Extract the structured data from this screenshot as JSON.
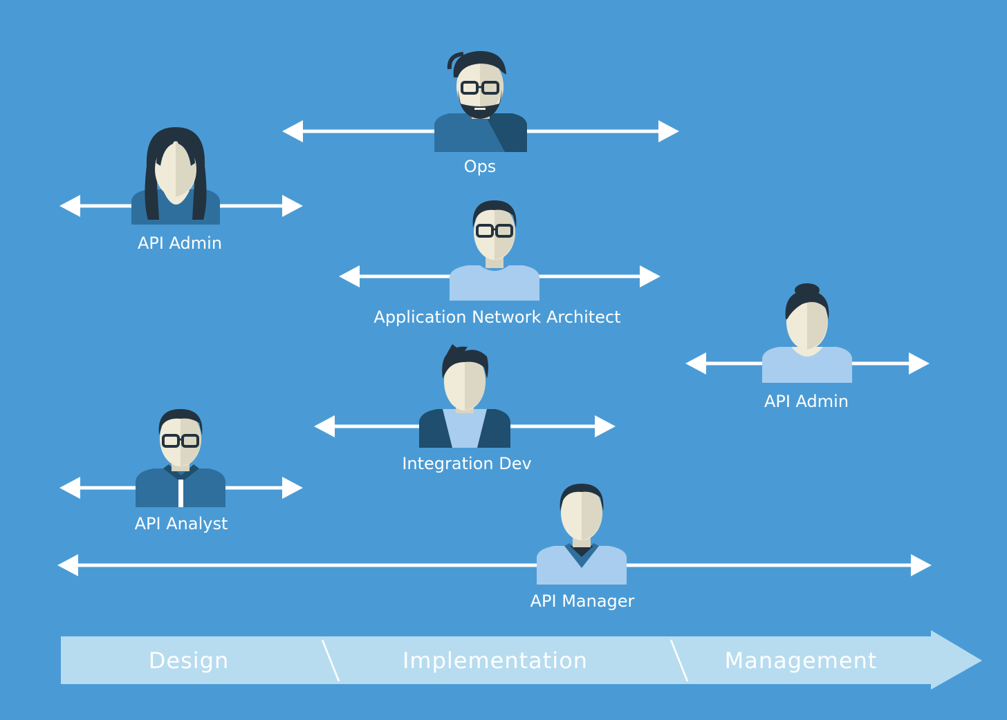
{
  "roles": [
    {
      "label": "Ops"
    },
    {
      "label": "API Admin"
    },
    {
      "label": "Application Network Architect"
    },
    {
      "label": "API Admin"
    },
    {
      "label": "Integration Dev"
    },
    {
      "label": "API Analyst"
    },
    {
      "label": "API Manager"
    }
  ],
  "phases": [
    {
      "label": "Design"
    },
    {
      "label": "Implementation"
    },
    {
      "label": "Management"
    }
  ],
  "colors": {
    "background": "#4a9bd5",
    "phase_bar": "#b7dcef",
    "skin": "#efebd8",
    "hair": "#23323f",
    "shirt_mid": "#2f6f9e",
    "shirt_dark": "#1f4e6e",
    "shirt_light": "#a9cdee"
  }
}
